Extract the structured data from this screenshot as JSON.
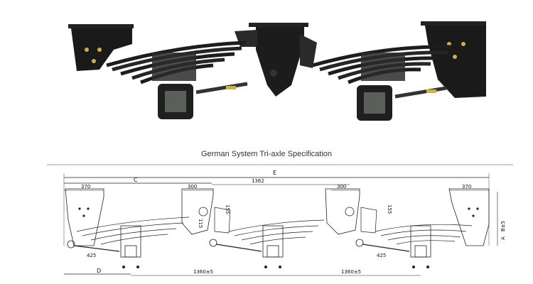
{
  "caption": "German System Tri-axle Specification",
  "dimensions": {
    "E": "E",
    "C": "C",
    "D": "D",
    "d370_left": "370",
    "d370_right": "370",
    "d300_a": "300",
    "d300_b": "300",
    "d1362": "1362",
    "d155_a": "155",
    "d155_b": "155",
    "d115": "115",
    "d425_a": "425",
    "d425_b": "425",
    "d1360_a": "1360±5",
    "d1360_b": "1360±5",
    "A": "A",
    "Bpm5": "B±5"
  }
}
